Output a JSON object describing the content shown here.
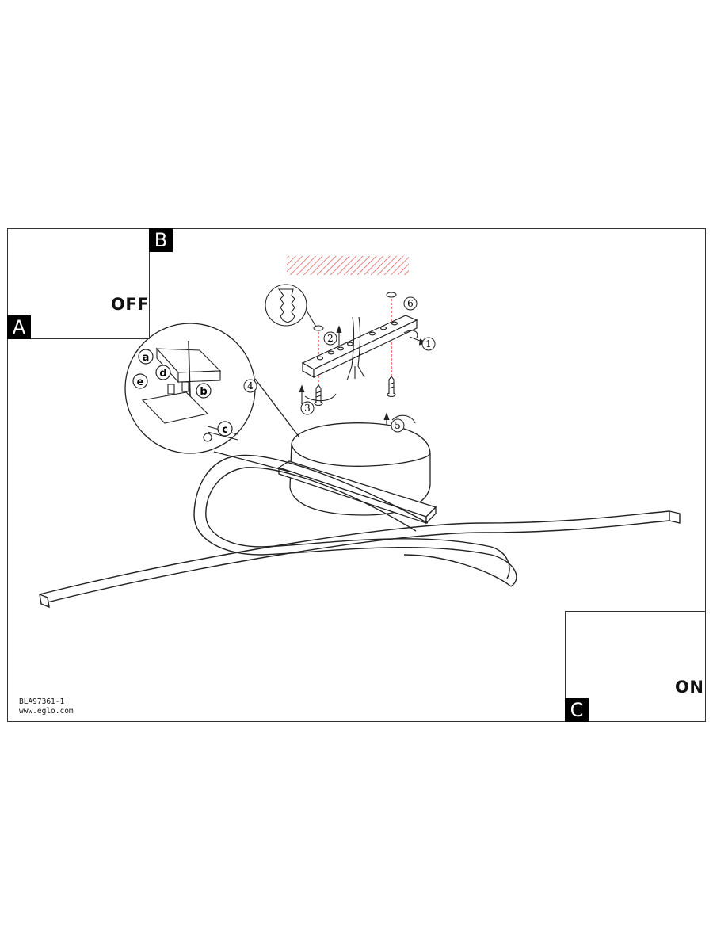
{
  "steps": {
    "A": {
      "letter": "A",
      "action": "OFF"
    },
    "B": {
      "letter": "B"
    },
    "C": {
      "letter": "C",
      "action": "ON"
    }
  },
  "callouts": {
    "wire_steps": [
      "a",
      "b",
      "c",
      "d",
      "e"
    ],
    "mount_steps": [
      "1",
      "2",
      "3",
      "4",
      "5",
      "6"
    ]
  },
  "footer": {
    "code": "BLA97361-1",
    "url": "www.eglo.com"
  },
  "colors": {
    "line": "#222222",
    "ceiling_hatch": "#e05050",
    "drill_guide": "#e03030"
  }
}
